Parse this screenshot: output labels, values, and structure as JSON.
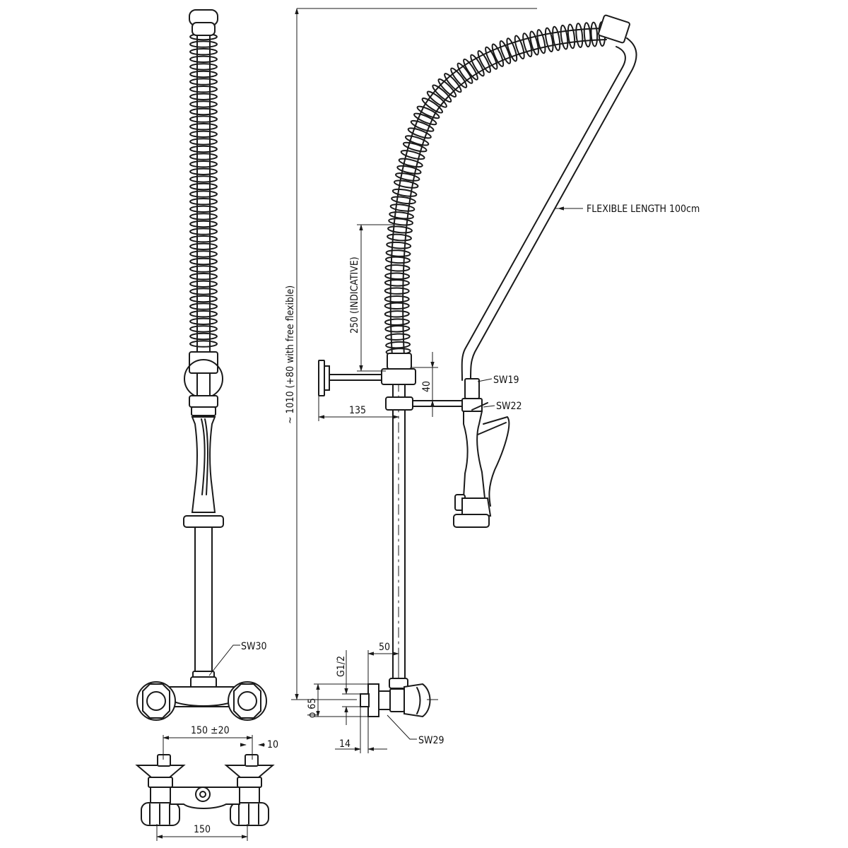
{
  "labels": {
    "overall_height": "~ 1010 (+80 with free flexible)",
    "flexible_length": "FLEXIBLE LENGTH 100cm",
    "spring_indicative": "250 (INDICATIVE)",
    "bracket_spacing": "40",
    "wall_offset": "135",
    "sw19": "SW19",
    "sw22": "SW22",
    "sw30": "SW30",
    "sw29": "SW29",
    "offset_50": "50",
    "thread": "G1/2",
    "diameter": "ϕ 65",
    "depth_14": "14",
    "spacing": "150 ±20",
    "dim_10": "10",
    "width_150": "150"
  }
}
